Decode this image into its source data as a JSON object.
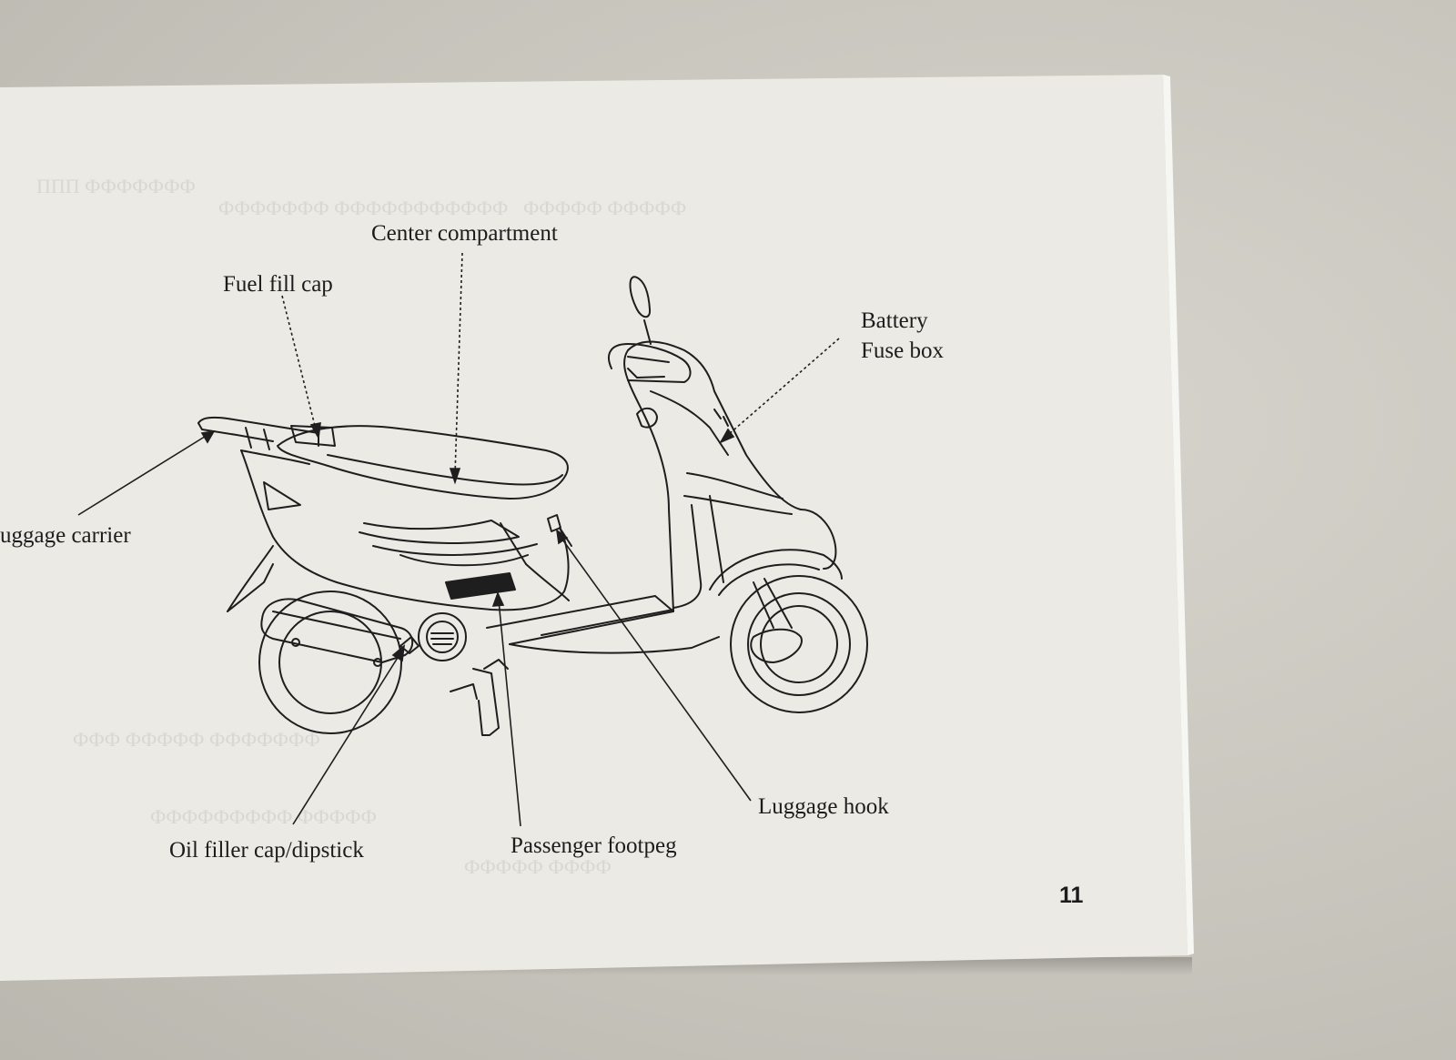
{
  "labels": {
    "center_compartment": "Center compartment",
    "fuel_fill_cap": "Fuel fill cap",
    "battery": "Battery",
    "fuse_box": "Fuse box",
    "luggage_carrier": "uggage carrier",
    "oil_filler_cap": "Oil filler cap/dipstick",
    "passenger_footpeg": "Passenger footpeg",
    "luggage_hook": "Luggage hook"
  },
  "page_number": "11",
  "colors": {
    "paper": "#ecebe5",
    "ink": "#1c1c1c",
    "table": "#c9c7bf"
  }
}
